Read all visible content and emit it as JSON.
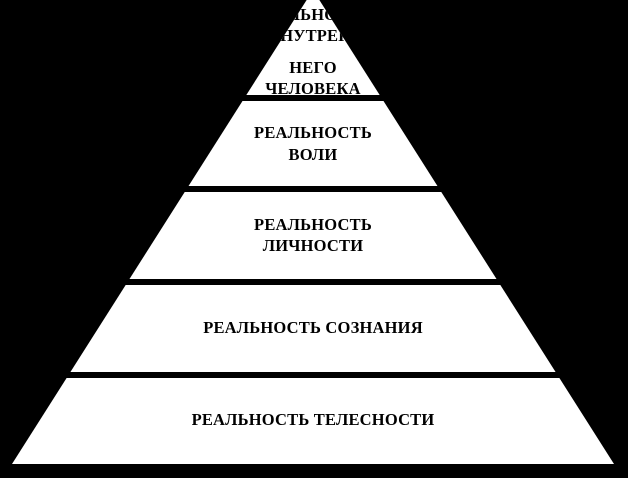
{
  "diagram": {
    "background_color": "#000000",
    "tier_color": "#ffffff",
    "text_color": "#000000",
    "tiers": [
      {
        "name": "inner-human",
        "lines": [
          "РЕАЛЬНОСТЬ",
          "ВНУТРЕН-",
          "НЕГО",
          "ЧЕЛОВЕКА"
        ]
      },
      {
        "name": "will",
        "lines": [
          "РЕАЛЬНОСТЬ",
          "ВОЛИ"
        ]
      },
      {
        "name": "personality",
        "lines": [
          "РЕАЛЬНОСТЬ",
          "ЛИЧНОСТИ"
        ]
      },
      {
        "name": "consciousness",
        "lines": [
          "РЕАЛЬНОСТЬ СОЗНАНИЯ"
        ]
      },
      {
        "name": "corporeality",
        "lines": [
          "РЕАЛЬНОСТЬ ТЕЛЕСНОСТИ"
        ]
      }
    ]
  }
}
